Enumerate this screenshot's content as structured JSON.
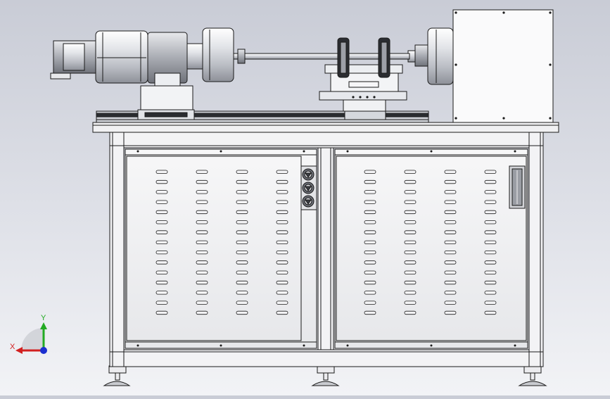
{
  "viewport": {
    "background_top": "#c9ccd6",
    "background_bottom": "#f2f3f6",
    "model_color": "#ffffff",
    "edge_color": "#1a1a1a"
  },
  "triad": {
    "x_label": "X",
    "y_label": "Y",
    "x_color": "#d22020",
    "y_color": "#22aa22",
    "z_color": "#1a2fd0"
  },
  "model": {
    "components": [
      "motor",
      "gear-reducer",
      "coupling-flange",
      "shaft",
      "disc-brake-assembly",
      "load-motor",
      "control-box",
      "workbench-top",
      "base-rail",
      "cabinet-left-door",
      "cabinet-right-door",
      "control-knobs",
      "door-handle",
      "leveling-feet",
      "vent-slots"
    ]
  }
}
